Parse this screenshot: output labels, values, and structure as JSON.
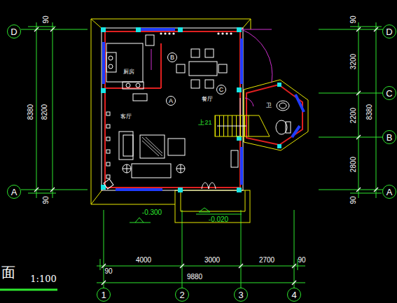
{
  "diagram": {
    "nodes": [
      {
        "text": [
          "D"
        ]
      },
      {
        "text": [
          "A"
        ]
      },
      {
        "text": [
          "D"
        ]
      },
      {
        "text": [
          "C"
        ]
      },
      {
        "text": [
          "B"
        ]
      },
      {
        "text": [
          "A"
        ]
      },
      {
        "text": [
          "1"
        ]
      },
      {
        "text": [
          "2"
        ]
      },
      {
        "text": [
          "3"
        ]
      },
      {
        "text": [
          "4"
        ]
      },
      {
        "text": [
          "B"
        ]
      },
      {
        "text": [
          "C"
        ]
      },
      {
        "text": [
          "A"
        ]
      }
    ],
    "labels": [
      "90",
      "8200",
      "8380",
      "90",
      "90",
      "3200",
      "2200",
      "2800",
      "90",
      "8380",
      "4000",
      "3000",
      "2700",
      "90",
      "90",
      "9880",
      "-0.300",
      "-0.020",
      "厨房",
      "餐厅",
      "客厅",
      "卫",
      "上21",
      "面",
      "1:100"
    ]
  }
}
